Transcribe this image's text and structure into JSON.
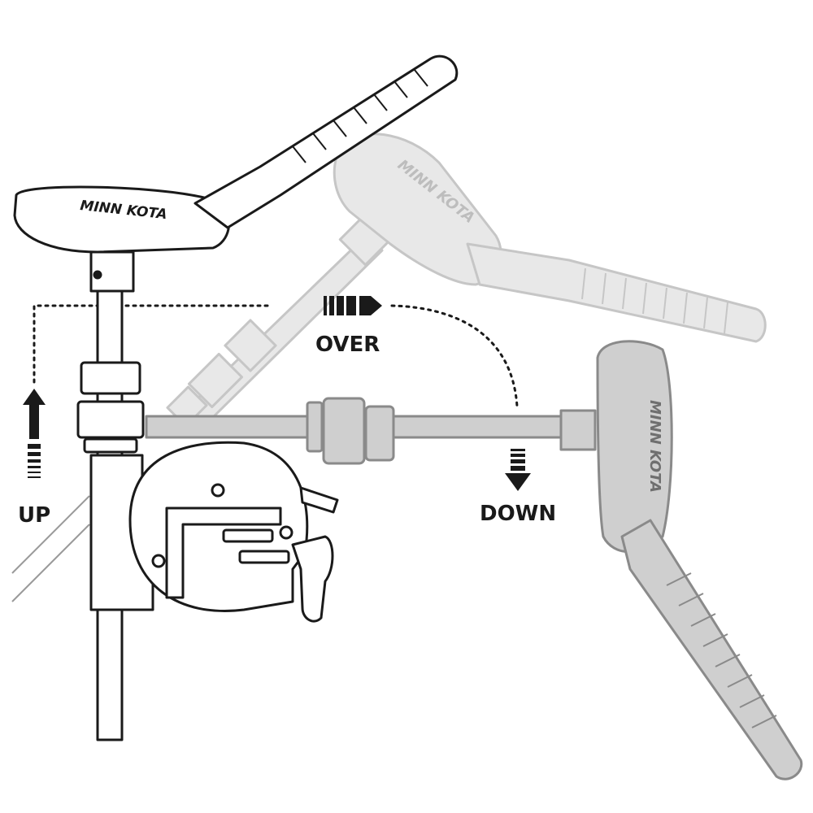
{
  "brand": {
    "name": "MINN KOTA"
  },
  "labels": {
    "up": "UP",
    "over": "OVER",
    "down": "DOWN"
  },
  "colors": {
    "outline": "#1a1a1a",
    "fill_white": "#ffffff",
    "ghost_fill": "#e6e6e6",
    "ghost_stroke": "#c4c4c4",
    "final_fill": "#cfcfcf",
    "final_stroke": "#8a8a8a",
    "arrow_dark": "#1a1a1a",
    "dotted_path": "#1a1a1a"
  },
  "icons": [
    "up-arrow-icon",
    "over-arrow-icon",
    "down-arrow-icon",
    "minn-kota-logo-icon"
  ]
}
